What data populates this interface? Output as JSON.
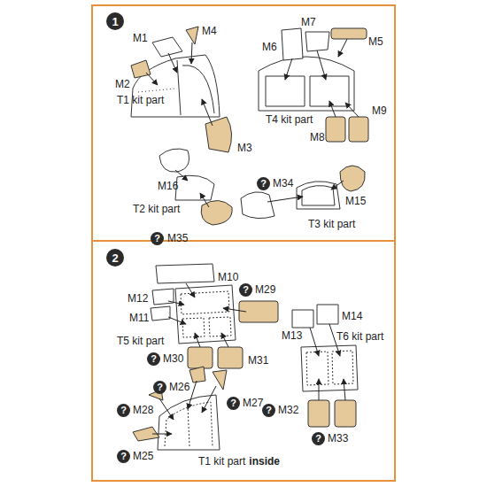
{
  "diagram": {
    "nodes": [
      {
        "text": [
          "1"
        ]
      },
      {
        "text": [
          "2"
        ]
      }
    ],
    "labels": [
      "M1",
      "M4",
      "M2",
      "T1 kit part",
      "M3",
      "M7",
      "M6",
      "M5",
      "T4 kit part",
      "M9",
      "M8",
      "M16",
      "T2 kit part",
      "?",
      "M35",
      "?",
      "M34",
      "M15",
      "T3 kit part",
      "M10",
      "?",
      "M29",
      "M12",
      "M11",
      "T5 kit part",
      "?",
      "M30",
      "M31",
      "?",
      "M26",
      "M14",
      "M13",
      "T6 kit part",
      "?",
      "M28",
      "?",
      "M27",
      "?",
      "M32",
      "?",
      "M25",
      "?",
      "M33",
      "T1 kit part",
      "inside"
    ]
  }
}
